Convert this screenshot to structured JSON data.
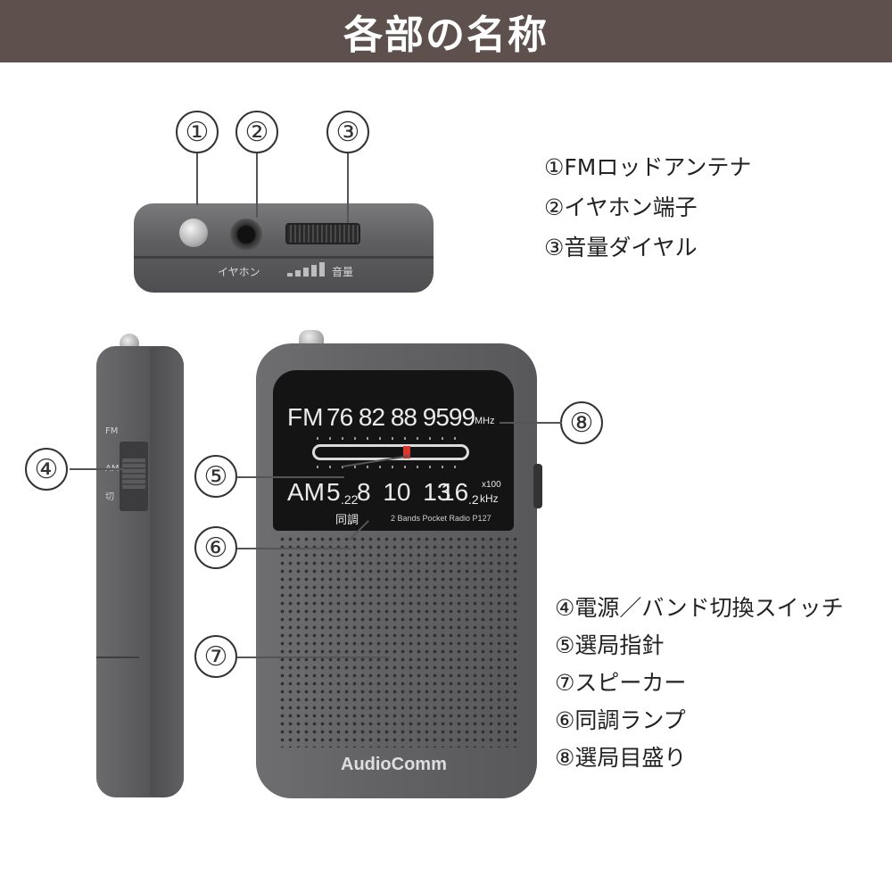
{
  "header": {
    "title": "各部の名称"
  },
  "callouts": {
    "n1": "①",
    "n2": "②",
    "n3": "③",
    "n4": "④",
    "n5": "⑤",
    "n6": "⑥",
    "n7": "⑦",
    "n8": "⑧"
  },
  "legend_top": [
    "①FMロッドアンテナ",
    "②イヤホン端子",
    "③音量ダイヤル"
  ],
  "legend_bottom": [
    "④電源／バンド切換スイッチ",
    "⑤選局指針",
    "⑦スピーカー",
    "⑥同調ランプ",
    "⑧選局目盛り"
  ],
  "device": {
    "top_labels": {
      "earphone": "イヤホン",
      "volume": "音量"
    },
    "side_labels": {
      "fm": "FM",
      "am": "AM",
      "off": "切"
    },
    "display": {
      "fm_band": "FM",
      "fm_scale": "76 82 88 9599",
      "fm_unit": "MHz",
      "am_band": "AM",
      "am_scale_a": "5",
      "am_scale_a_sub": ".22",
      "am_scale_b": "8 10 13",
      "am_scale_c": "16",
      "am_scale_c_sub": ".2",
      "am_unit_top": "x100",
      "am_unit_bottom": "kHz",
      "tuning_label": "同調",
      "model": "2 Bands Pocket Radio P127"
    },
    "brand": "AudioComm"
  },
  "colors": {
    "header": "#5e504c",
    "pointer": "#d9382e",
    "body": "#636365"
  }
}
